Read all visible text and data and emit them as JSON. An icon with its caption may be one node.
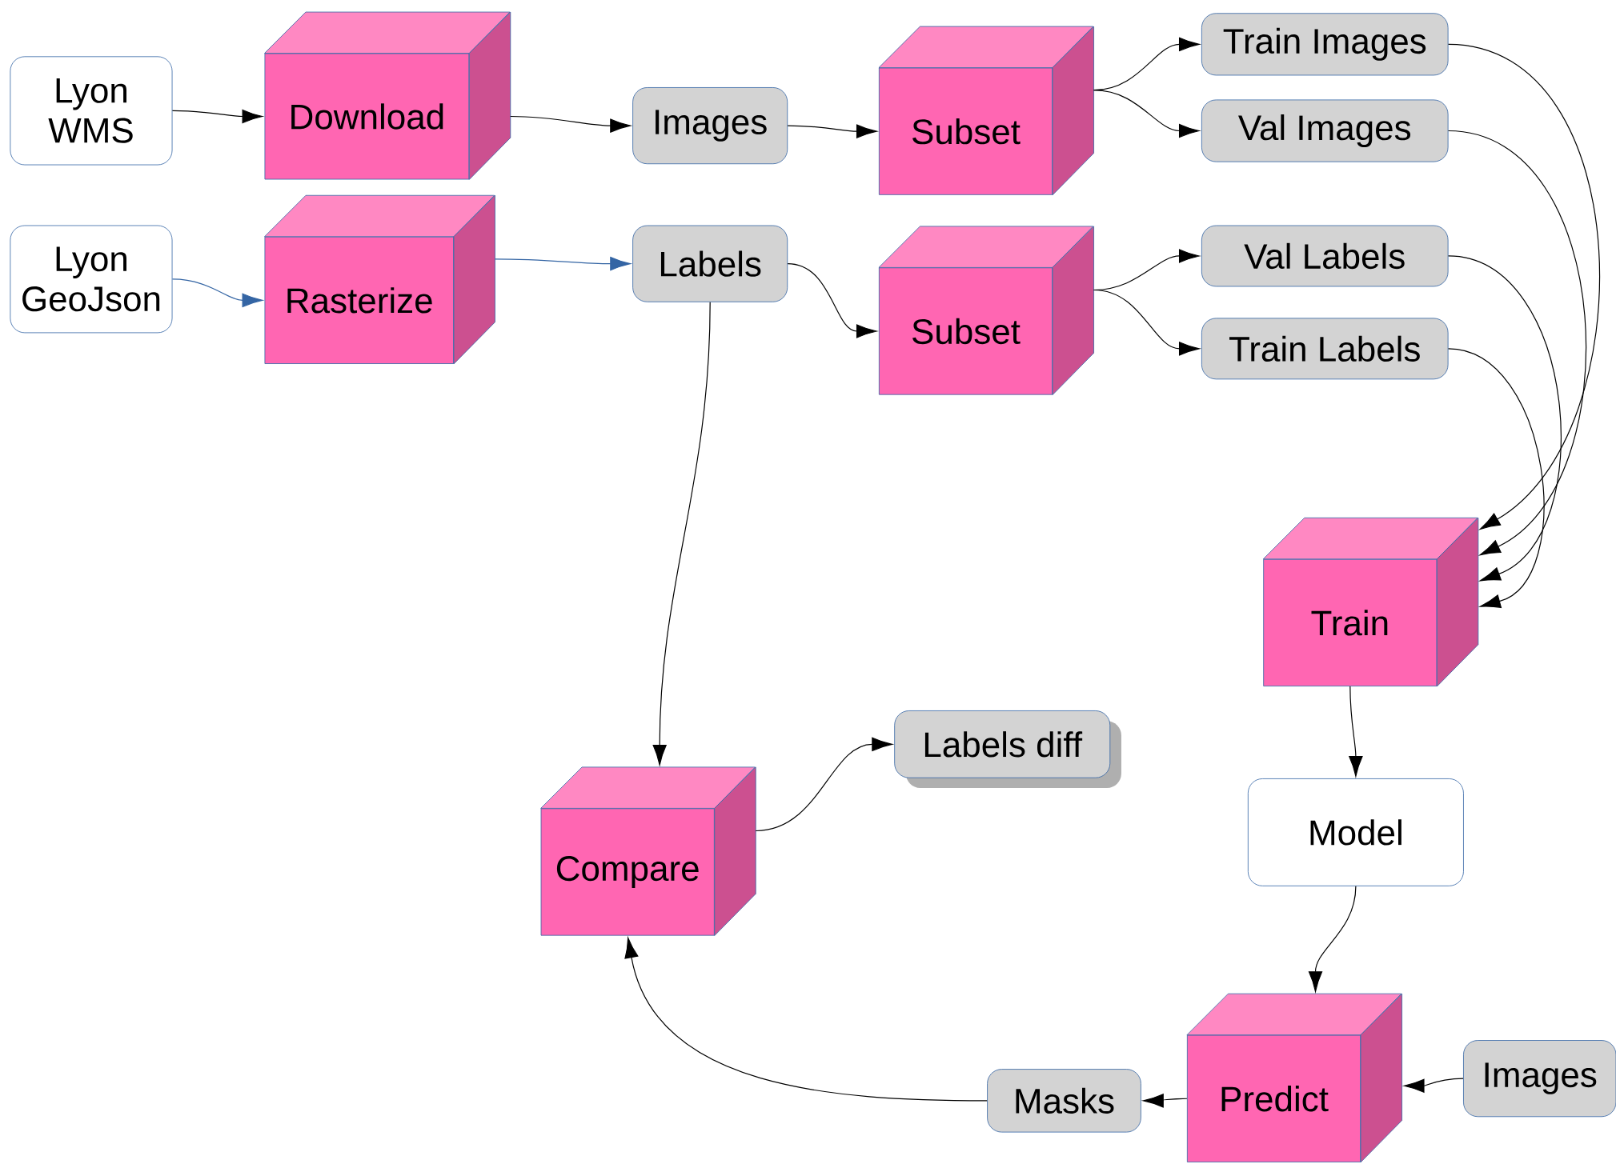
{
  "diagram": {
    "nodes": [
      {
        "text": [
          "Lyon WMS"
        ]
      },
      {
        "text": [
          "Download"
        ]
      },
      {
        "text": [
          "Images"
        ]
      },
      {
        "text": [
          "Subset"
        ]
      },
      {
        "text": [
          "Train Images"
        ]
      },
      {
        "text": [
          "Val Images"
        ]
      },
      {
        "text": [
          "Lyon GeoJson"
        ]
      },
      {
        "text": [
          "Rasterize"
        ]
      },
      {
        "text": [
          "Labels"
        ]
      },
      {
        "text": [
          "Subset"
        ]
      },
      {
        "text": [
          "Val Labels"
        ]
      },
      {
        "text": [
          "Train Labels"
        ]
      },
      {
        "text": [
          "Train"
        ]
      },
      {
        "text": [
          "Compare"
        ]
      },
      {
        "text": [
          "Labels diff"
        ]
      },
      {
        "text": [
          "Model"
        ]
      },
      {
        "text": [
          "Predict"
        ]
      },
      {
        "text": [
          "Masks"
        ]
      },
      {
        "text": [
          "Images"
        ]
      }
    ],
    "edges": [
      {
        "from": 0,
        "to": 1,
        "arrow": "to"
      },
      {
        "from": 1,
        "to": 2,
        "arrow": "to"
      },
      {
        "from": 2,
        "to": 3,
        "arrow": "to"
      },
      {
        "from": 3,
        "to": 4,
        "arrow": "to"
      },
      {
        "from": 3,
        "to": 5,
        "arrow": "to"
      },
      {
        "from": 6,
        "to": 7,
        "arrow": "to",
        "color": "#3465a4"
      },
      {
        "from": 7,
        "to": 8,
        "arrow": "to",
        "color": "#3465a4"
      },
      {
        "from": 8,
        "to": 9,
        "arrow": "to"
      },
      {
        "from": 9,
        "to": 10,
        "arrow": "to"
      },
      {
        "from": 9,
        "to": 11,
        "arrow": "to"
      },
      {
        "from": 4,
        "to": 12,
        "arrow": "to"
      },
      {
        "from": 5,
        "to": 12,
        "arrow": "to"
      },
      {
        "from": 10,
        "to": 12,
        "arrow": "to"
      },
      {
        "from": 11,
        "to": 12,
        "arrow": "to"
      },
      {
        "from": 8,
        "to": 13,
        "arrow": "to"
      },
      {
        "from": 13,
        "to": 14,
        "arrow": "to"
      },
      {
        "from": 12,
        "to": 15,
        "arrow": "to"
      },
      {
        "from": 15,
        "to": 16,
        "arrow": "to"
      },
      {
        "from": 18,
        "to": 16,
        "arrow": "to"
      },
      {
        "from": 16,
        "to": 17,
        "arrow": "to"
      },
      {
        "from": 17,
        "to": 13,
        "arrow": "to"
      }
    ]
  }
}
